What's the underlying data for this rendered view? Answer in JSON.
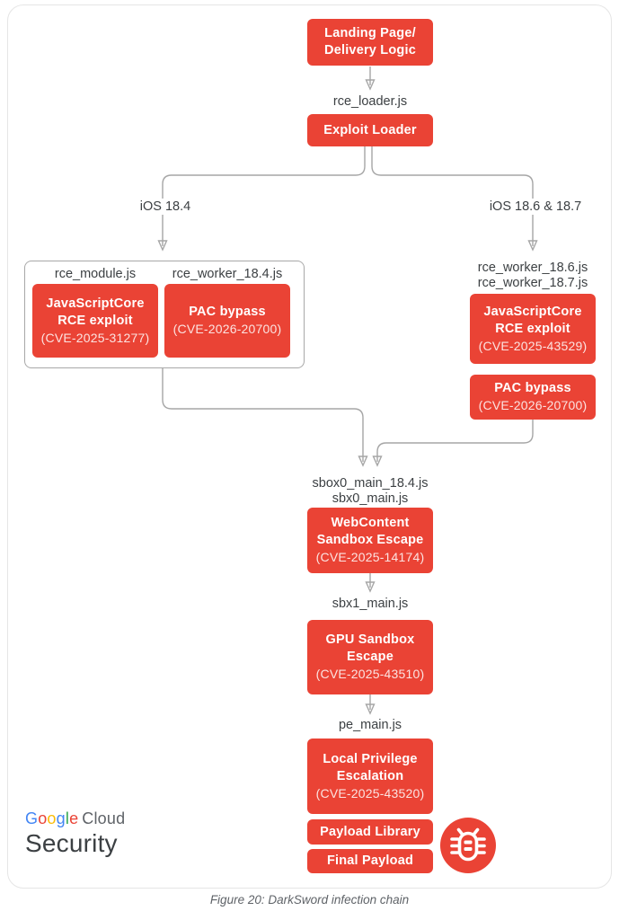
{
  "colors": {
    "node_red": "#EA4335",
    "connector_gray": "#a6a6a6",
    "label_gray": "#3C4043",
    "google_blue": "#4285F4",
    "google_red": "#EA4335",
    "google_yellow": "#FBBC05",
    "google_green": "#34A853"
  },
  "flow": {
    "landing_label": "Landing Page/\nDelivery Logic",
    "loader_file": "rce_loader.js",
    "exploit_loader_label": "Exploit Loader",
    "left_condition": "iOS 18.4",
    "right_condition": "iOS 18.6 & 18.7",
    "left_file_module": "rce_module.js",
    "left_file_worker": "rce_worker_18.4.js",
    "left_jsc_title": "JavaScriptCore\nRCE exploit",
    "left_jsc_cve": "(CVE-2025-31277)",
    "left_pac_title": "PAC bypass",
    "left_pac_cve": "(CVE-2026-20700)",
    "right_files": "rce_worker_18.6.js\nrce_worker_18.7.js",
    "right_jsc_title": "JavaScriptCore\nRCE exploit",
    "right_jsc_cve": "(CVE-2025-43529)",
    "right_pac_title": "PAC bypass",
    "right_pac_cve": "(CVE-2026-20700)",
    "sandbox_files": "sbox0_main_18.4.js\nsbx0_main.js",
    "webcontent_title": "WebContent\nSandbox Escape",
    "webcontent_cve": "(CVE-2025-14174)",
    "sbx1_file": "sbx1_main.js",
    "gpu_title": "GPU Sandbox\nEscape",
    "gpu_cve": "(CVE-2025-43510)",
    "pe_file": "pe_main.js",
    "lpe_title": "Local Privilege\nEscalation",
    "lpe_cve": "(CVE-2025-43520)",
    "payload_library_label": "Payload Library",
    "final_payload_label": "Final Payload"
  },
  "branding": {
    "google_letters": [
      {
        "char": "G"
      },
      {
        "char": "o"
      },
      {
        "char": "o"
      },
      {
        "char": "g"
      },
      {
        "char": "l"
      },
      {
        "char": "e"
      }
    ],
    "cloud": "Cloud",
    "security": "Security"
  },
  "caption": "Figure 20: DarkSword infection chain"
}
